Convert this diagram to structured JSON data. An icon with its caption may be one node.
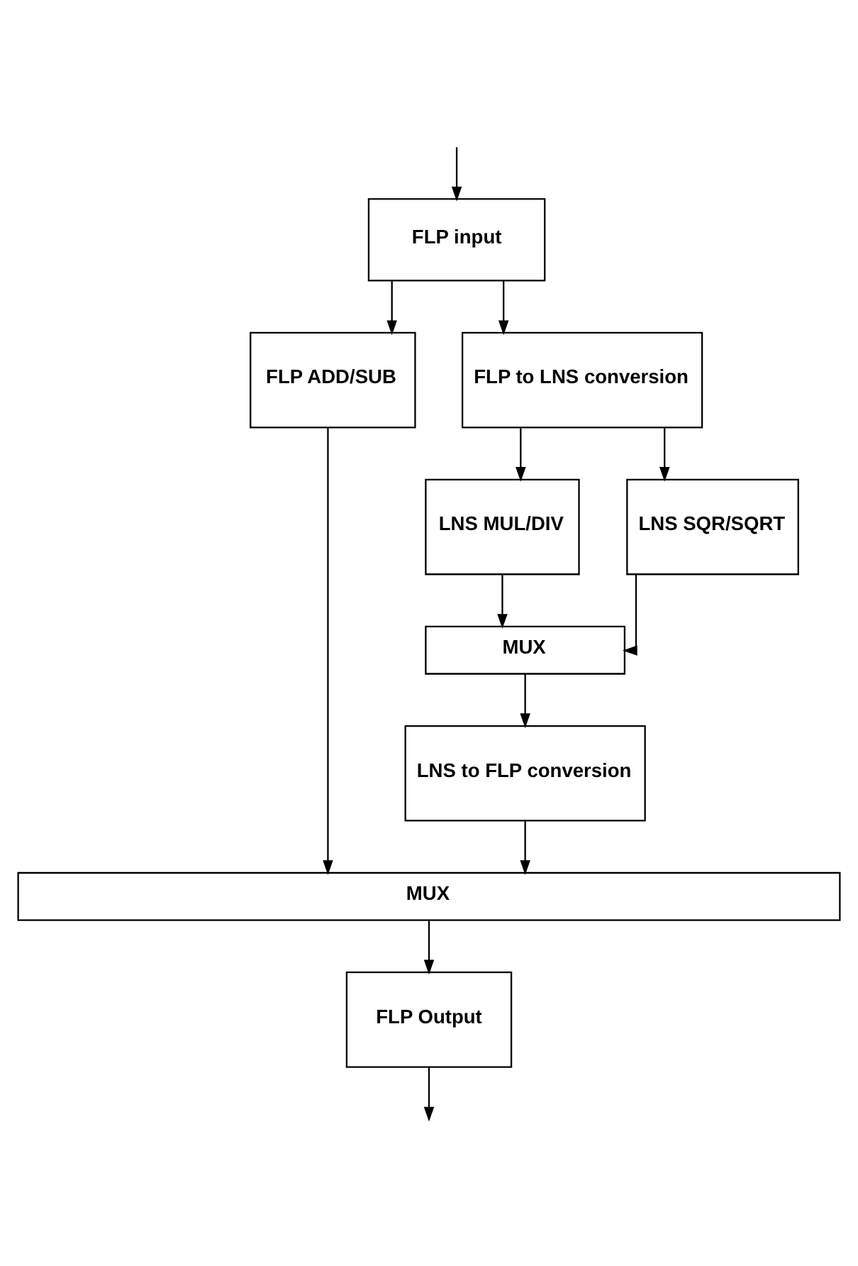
{
  "diagram": {
    "nodes": [
      {
        "text": [
          "FLP input"
        ]
      },
      {
        "text": [
          "FLP ADD/SUB"
        ]
      },
      {
        "text": [
          "FLP to LNS conversion"
        ]
      },
      {
        "text": [
          "LNS MUL/DIV"
        ]
      },
      {
        "text": [
          "LNS SQR/SQRT"
        ]
      },
      {
        "text": [
          "MUX"
        ]
      },
      {
        "text": [
          "LNS to FLP conversion"
        ]
      },
      {
        "text": [
          "MUX"
        ]
      },
      {
        "text": [
          "FLP Output"
        ]
      }
    ],
    "edges": [
      {
        "from": null,
        "to": 0,
        "arrow": "to"
      },
      {
        "from": 0,
        "to": 1,
        "arrow": "to"
      },
      {
        "from": 0,
        "to": 2,
        "arrow": "to"
      },
      {
        "from": 2,
        "to": 3,
        "arrow": "to"
      },
      {
        "from": 2,
        "to": 4,
        "arrow": "to"
      },
      {
        "from": 3,
        "to": 5,
        "arrow": "to"
      },
      {
        "from": 4,
        "to": 5,
        "arrow": "to"
      },
      {
        "from": 5,
        "to": 6,
        "arrow": "to"
      },
      {
        "from": 1,
        "to": 7,
        "arrow": "to"
      },
      {
        "from": 6,
        "to": 7,
        "arrow": "to"
      },
      {
        "from": 7,
        "to": 8,
        "arrow": "to"
      },
      {
        "from": 8,
        "to": null,
        "arrow": "to"
      }
    ]
  }
}
